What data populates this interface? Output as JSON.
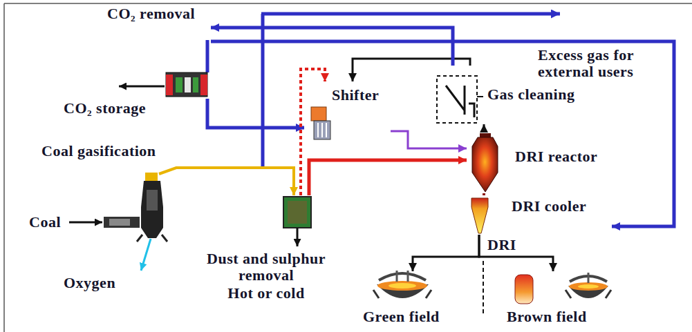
{
  "diagram": {
    "nodes": [
      {
        "text": [
          "CO₂ removal"
        ]
      },
      {
        "text": [
          "Shifter"
        ]
      },
      {
        "text": [
          "Gas cleaning"
        ]
      },
      {
        "text": [
          "Coal gasification"
        ]
      },
      {
        "text": [
          "DRI reactor"
        ]
      },
      {
        "text": [
          "DRI cooler"
        ]
      },
      {
        "text": [
          "Dust and sulphur removal",
          "Hot or cold"
        ]
      },
      {
        "text": [
          "Green field"
        ]
      },
      {
        "text": [
          "Brown field"
        ]
      }
    ],
    "edges": [
      {
        "from": 4,
        "to": 2,
        "arrow": "to"
      },
      {
        "from": 2,
        "to": 1,
        "arrow": "to"
      },
      {
        "from": 2,
        "to": 0,
        "arrow": "to"
      },
      {
        "from": 0,
        "to": 1,
        "arrow": "to"
      },
      {
        "from": 0,
        "to": 5,
        "arrow": "to"
      },
      {
        "from": 3,
        "to": 6,
        "arrow": "to"
      },
      {
        "from": 6,
        "to": 1,
        "arrow": "to"
      },
      {
        "from": 6,
        "to": 4,
        "arrow": "to"
      },
      {
        "from": 1,
        "to": 4,
        "arrow": "to"
      },
      {
        "from": 4,
        "to": 5,
        "arrow": "none"
      },
      {
        "from": 5,
        "to": 7,
        "label": "DRI",
        "arrow": "to"
      },
      {
        "from": 5,
        "to": 8,
        "arrow": "to"
      }
    ],
    "labels": [
      "CO₂ storage",
      "Excess gas for external users",
      "Coal",
      "Oxygen"
    ]
  }
}
